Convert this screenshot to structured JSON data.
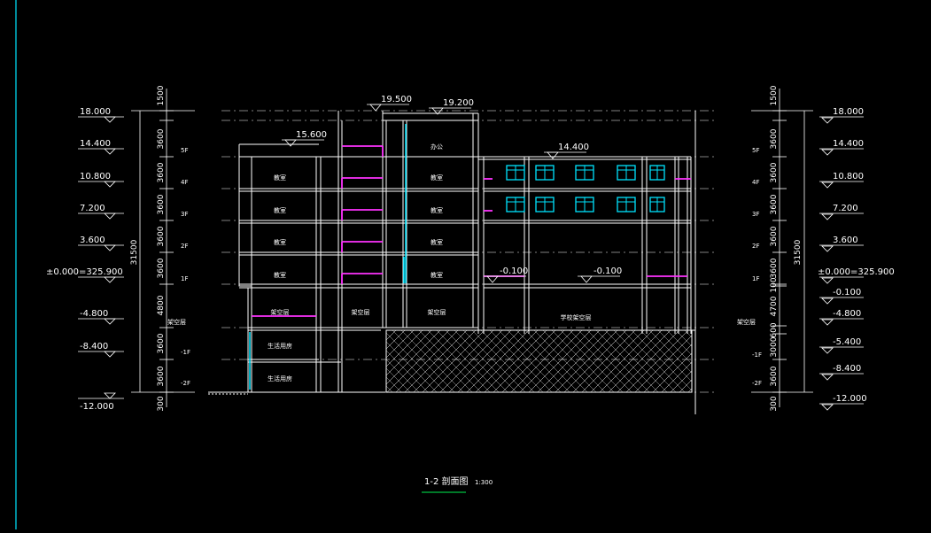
{
  "drawing": {
    "title": "1-2 剖面图",
    "scale": "1:300",
    "colors": {
      "background": "#000000",
      "line": "#ffffff",
      "window": "#00e5ff",
      "rail": "#ff33ff",
      "title_underline": "#00c040",
      "frame_line": "#00e5ff"
    }
  },
  "left_elevations": [
    "18.000",
    "14.400",
    "10.800",
    "7.200",
    "3.600",
    "±0.000=325.900",
    "-4.800",
    "-8.400",
    "-12.000"
  ],
  "right_elevations": [
    "18.000",
    "14.400",
    "10.800",
    "7.200",
    "3.600",
    "±0.000=325.900",
    "-0.100",
    "-4.800",
    "-5.400",
    "-8.400",
    "-12.000"
  ],
  "left_dims": [
    "1500",
    "3600",
    "3600",
    "3600",
    "3600",
    "3600",
    "4800",
    "3600",
    "3600",
    "300"
  ],
  "left_total": "31500",
  "right_dims": [
    "1500",
    "3600",
    "3600",
    "3600",
    "3600",
    "3600",
    "100",
    "4700",
    "600",
    "3000",
    "3600",
    "300"
  ],
  "right_total": "31500",
  "floor_labels_left": [
    "5F",
    "4F",
    "3F",
    "2F",
    "1F",
    "架空层",
    "-1F",
    "-2F"
  ],
  "floor_labels_right": [
    "5F",
    "4F",
    "3F",
    "2F",
    "1F",
    "架空层",
    "-1F",
    "-2F"
  ],
  "top_levels": [
    "19.500",
    "19.200",
    "15.600",
    "14.400"
  ],
  "inner_levels": [
    "-0.100",
    "-0.100"
  ],
  "rooms": {
    "left_col": [
      "教室",
      "教室",
      "教室",
      "教室",
      "架空层",
      "生活用房",
      "生活用房"
    ],
    "mid_col": [
      "架空层"
    ],
    "right_col": [
      "办公",
      "教室",
      "教室",
      "教室",
      "教室",
      "架空层"
    ],
    "far_right": "学校架空层"
  }
}
